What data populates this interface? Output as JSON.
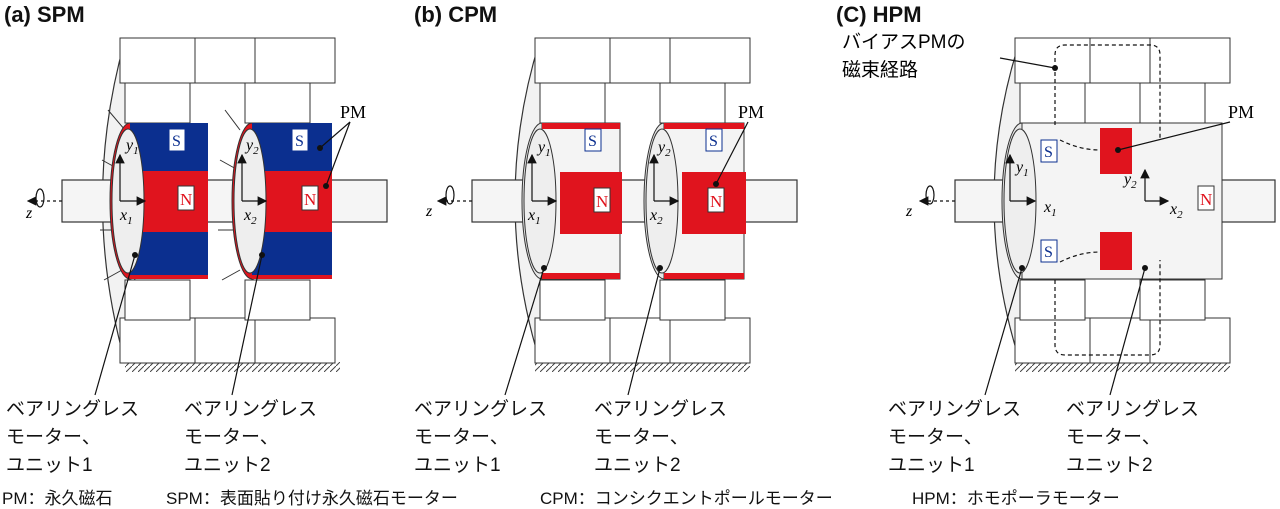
{
  "panels": [
    {
      "title": "(a) SPM",
      "pm_label": "PM",
      "s_label": "S",
      "n_label": "N",
      "caption_unit1": [
        "ベアリングレス",
        "モーター、",
        "ユニット1"
      ],
      "caption_unit2": [
        "ベアリングレス",
        "モーター、",
        "ユニット2"
      ]
    },
    {
      "title": "(b) CPM",
      "pm_label": "PM",
      "s_label": "S",
      "n_label": "N",
      "caption_unit1": [
        "ベアリングレス",
        "モーター、",
        "ユニット1"
      ],
      "caption_unit2": [
        "ベアリングレス",
        "モーター、",
        "ユニット2"
      ]
    },
    {
      "title": "(C) HPM",
      "pm_label": "PM",
      "bias_label": [
        "バイアスPMの",
        "磁束経路"
      ],
      "s_label": "S",
      "n_label": "N",
      "caption_unit1": [
        "ベアリングレス",
        "モーター、",
        "ユニット1"
      ],
      "caption_unit2": [
        "ベアリングレス",
        "モーター、",
        "ユニット2"
      ]
    }
  ],
  "axes": {
    "z": "z",
    "x1": "x",
    "x2": "x",
    "y1": "y",
    "y2": "y",
    "sub1": "1",
    "sub2": "2"
  },
  "footer": {
    "pm": "PM：永久磁石",
    "spm": "SPM：表面貼り付け永久磁石モーター",
    "cpm": "CPM：コンシクエントポールモーター",
    "hpm": "HPM：ホモポーラモーター"
  },
  "colors": {
    "north": "#e0141e",
    "south": "#0b2f8f",
    "stator": "#ffffff",
    "outline": "#333333"
  }
}
